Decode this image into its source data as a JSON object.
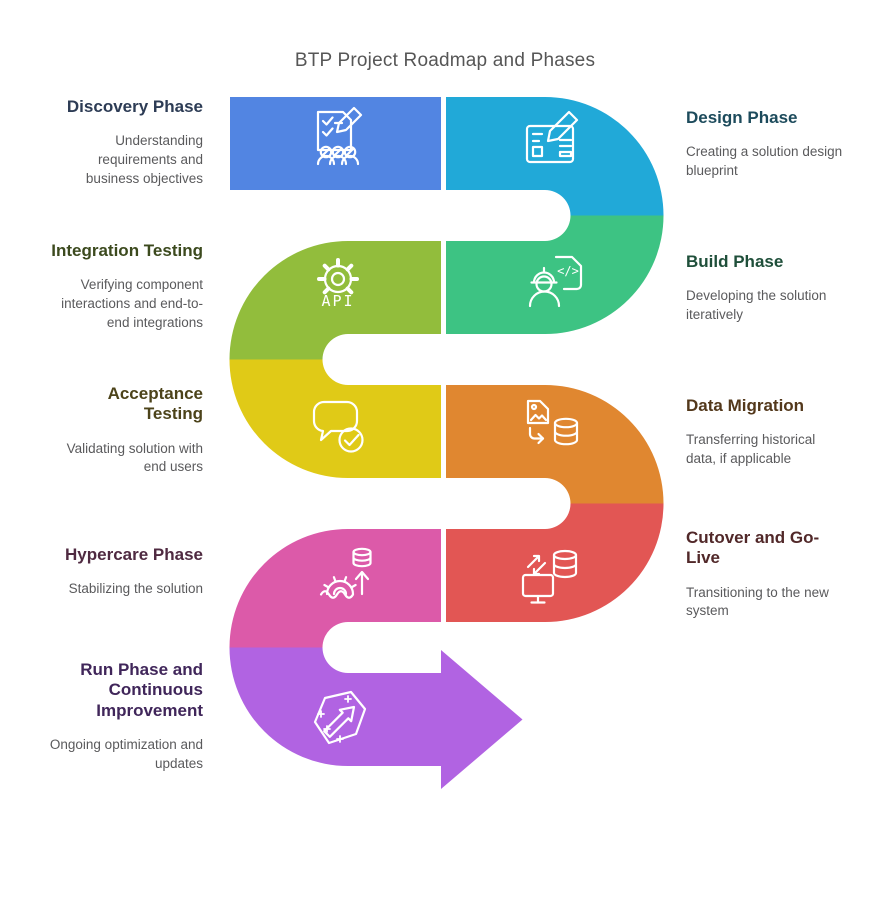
{
  "title": "BTP Project Roadmap and Phases",
  "icon_labels": {
    "api": "API",
    "code": "</>"
  },
  "phases": [
    {
      "name": "Discovery Phase",
      "description": "Understanding requirements and business objectives",
      "color": "#5285e2",
      "heading_color": "#2d3c55",
      "side": "left",
      "icon": "requirements-review-icon"
    },
    {
      "name": "Design Phase",
      "description": "Creating a solution design blueprint",
      "color": "#21a9d8",
      "heading_color": "#1d4b5c",
      "side": "right",
      "icon": "blueprint-pencil-icon"
    },
    {
      "name": "Integration Testing",
      "description": "Verifying component interactions and end-to-end integrations",
      "color": "#92bd3c",
      "heading_color": "#3c4a1e",
      "side": "left",
      "icon": "api-gear-icon"
    },
    {
      "name": "Build Phase",
      "description": "Developing the solution iteratively",
      "color": "#3dc383",
      "heading_color": "#1f4f3a",
      "side": "right",
      "icon": "developer-code-icon"
    },
    {
      "name": "Acceptance Testing",
      "description": "Validating solution with end users",
      "color": "#e0ca17",
      "heading_color": "#4c431a",
      "side": "left",
      "icon": "feedback-check-icon"
    },
    {
      "name": "Data Migration",
      "description": "Transferring historical data, if applicable",
      "color": "#e08730",
      "heading_color": "#53381b",
      "side": "right",
      "icon": "file-to-database-icon"
    },
    {
      "name": "Hypercare Phase",
      "description": "Stabilizing the solution",
      "color": "#dc5aa9",
      "heading_color": "#4f2a41",
      "side": "left",
      "icon": "stabilize-gear-waves-icon"
    },
    {
      "name": "Cutover and Go-Live",
      "description": "Transitioning to the new system",
      "color": "#e25654",
      "heading_color": "#512829",
      "side": "right",
      "icon": "system-sync-database-icon"
    },
    {
      "name": "Run Phase and Continuous Improvement",
      "description": "Ongoing optimization and updates",
      "color": "#b163e2",
      "heading_color": "#40265a",
      "side": "left",
      "icon": "improvement-arrow-icon"
    }
  ]
}
